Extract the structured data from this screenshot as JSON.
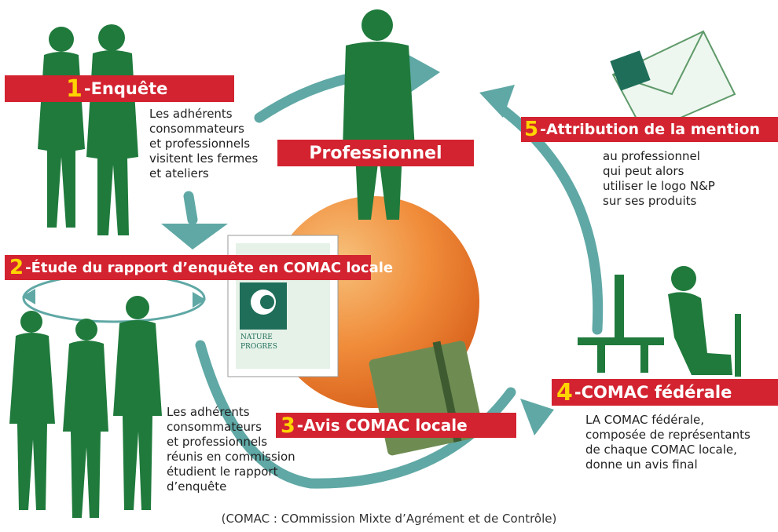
{
  "colors": {
    "banner": "#d32330",
    "number": "#ffd400",
    "silhouette": "#1f7a3c",
    "arrow": "#5fa8a5",
    "circle": "#f08c3a"
  },
  "steps": {
    "s1": {
      "number": "1",
      "title": "-Enquête",
      "text": [
        "Les adhérents",
        "consommateurs",
        "et professionnels",
        "visitent les fermes",
        "et ateliers"
      ]
    },
    "s2": {
      "number": "2",
      "title": "-Étude du rapport d’enquête en COMAC locale",
      "text": [
        "Les adhérents",
        "consommateurs",
        "et professionnels",
        "réunis en commission",
        "étudient le rapport",
        "d’enquête"
      ]
    },
    "s3": {
      "number": "3",
      "title": "-Avis COMAC  locale"
    },
    "s4": {
      "number": "4",
      "title": "-COMAC fédérale",
      "text": [
        "LA COMAC fédérale,",
        "composée de représentants",
        "de chaque COMAC locale,",
        "donne un avis final"
      ]
    },
    "s5": {
      "number": "5",
      "title": "-Attribution de la mention",
      "text": [
        "au professionnel",
        "qui peut alors",
        "utiliser le logo N&P",
        "sur ses produits"
      ]
    }
  },
  "professional": {
    "label": "Professionnel"
  },
  "logo": {
    "line1": "NATURE",
    "line2": "PROGRES",
    "amp": "&"
  },
  "icons": [
    "people-silhouette-icon",
    "envelope-icon",
    "notebook-icon",
    "computer-desk-icon",
    "report-document-icon"
  ],
  "footnote": "(COMAC : COmmission Mixte d’Agrément et de Contrôle)"
}
